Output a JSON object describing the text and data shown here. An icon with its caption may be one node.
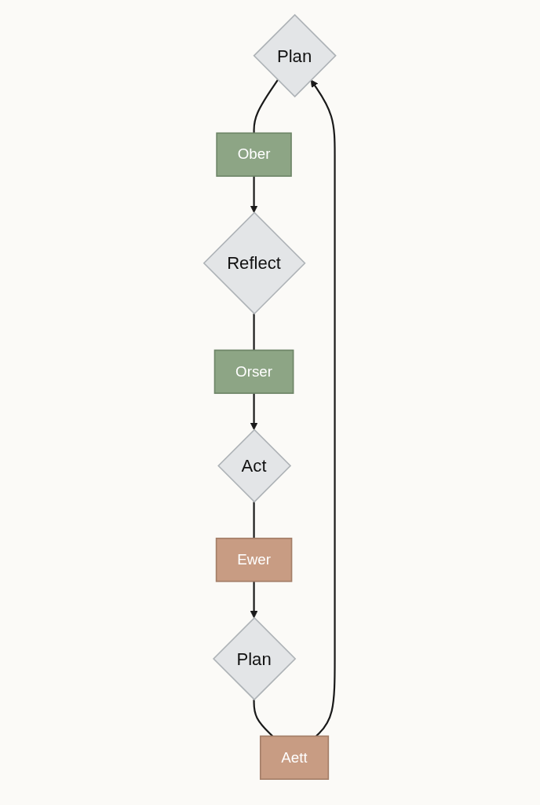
{
  "diagram": {
    "nodes": [
      {
        "text": [
          "Plan"
        ]
      },
      {
        "text": [
          "Ober"
        ]
      },
      {
        "text": [
          "Reflect"
        ]
      },
      {
        "text": [
          "Orser"
        ]
      },
      {
        "text": [
          "Act"
        ]
      },
      {
        "text": [
          "Ewer"
        ]
      },
      {
        "text": [
          "Plan"
        ]
      },
      {
        "text": [
          "Aett"
        ]
      }
    ],
    "edges": [
      {
        "from": 0,
        "to": 1,
        "arrow": "none"
      },
      {
        "from": 1,
        "to": 2,
        "arrow": "to"
      },
      {
        "from": 2,
        "to": 3,
        "arrow": "none"
      },
      {
        "from": 3,
        "to": 4,
        "arrow": "to"
      },
      {
        "from": 4,
        "to": 5,
        "arrow": "none"
      },
      {
        "from": 5,
        "to": 6,
        "arrow": "to"
      },
      {
        "from": 6,
        "to": 7,
        "arrow": "none"
      },
      {
        "from": 7,
        "to": 0,
        "arrow": "to"
      }
    ]
  }
}
